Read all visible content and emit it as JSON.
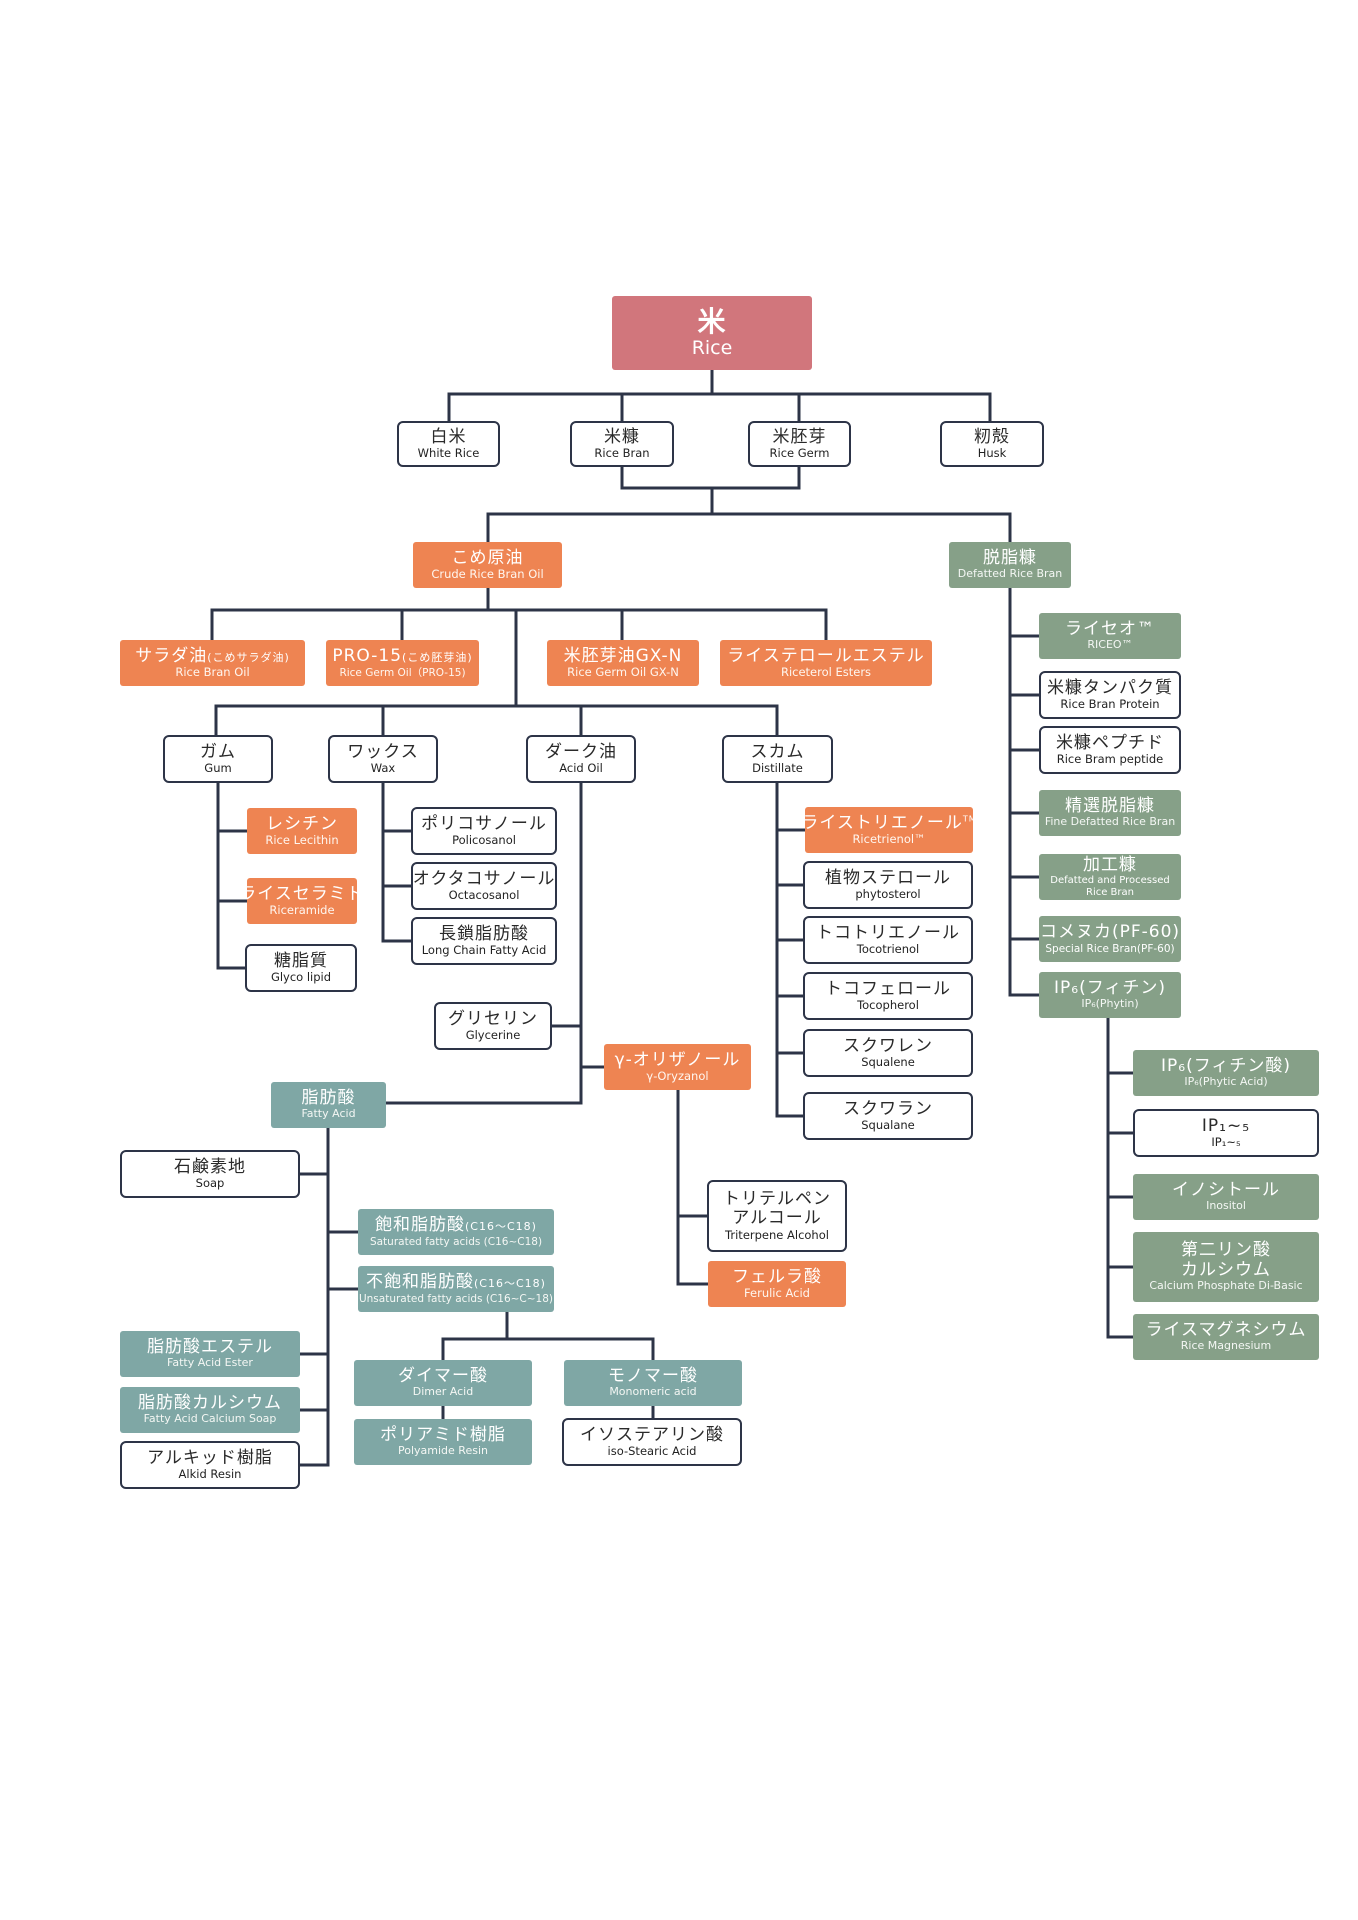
{
  "colors": {
    "line": "#2d3447",
    "root": "#d1767c",
    "orange": "#ee8452",
    "teal": "#7fa7a5",
    "sage": "#86a088",
    "outline": "#2d3447"
  },
  "nodes": {
    "rice": {
      "jp": "米",
      "en": "Rice"
    },
    "white_rice": {
      "jp": "白米",
      "en": "White Rice"
    },
    "rice_bran": {
      "jp": "米糠",
      "en": "Rice Bran"
    },
    "rice_germ": {
      "jp": "米胚芽",
      "en": "Rice Germ"
    },
    "husk": {
      "jp": "籾殻",
      "en": "Husk"
    },
    "crude_oil": {
      "jp": "こめ原油",
      "en": "Crude Rice Bran Oil"
    },
    "defatted_bran": {
      "jp": "脱脂糠",
      "en": "Defatted Rice Bran"
    },
    "salad_oil": {
      "jp": "サラダ油",
      "jp_small": "(こめサラダ油)",
      "en": "Rice Bran Oil"
    },
    "pro15": {
      "jp": "PRO-15",
      "jp_small": "(こめ胚芽油)",
      "en": "Rice Germ Oil（PRO-15)"
    },
    "germ_oil_gxn": {
      "jp": "米胚芽油GX-N",
      "en": "Rice Germ Oil GX-N"
    },
    "riceterol": {
      "jp": "ライステロールエステル",
      "en": "Riceterol Esters"
    },
    "gum": {
      "jp": "ガム",
      "en": "Gum"
    },
    "wax": {
      "jp": "ワックス",
      "en": "Wax"
    },
    "acid_oil": {
      "jp": "ダーク油",
      "en": "Acid Oil"
    },
    "distillate": {
      "jp": "スカム",
      "en": "Distillate"
    },
    "lecithin": {
      "jp": "レシチン",
      "en": "Rice Lecithin"
    },
    "riceramide": {
      "jp": "ライスセラミド",
      "en": "Riceramide"
    },
    "glyco": {
      "jp": "糖脂質",
      "en": "Glyco lipid"
    },
    "policosanol": {
      "jp": "ポリコサノール",
      "en": "Policosanol"
    },
    "octacosanol": {
      "jp": "オクタコサノール",
      "en": "Octacosanol"
    },
    "lcfa": {
      "jp": "長鎖脂肪酸",
      "en": "Long Chain Fatty Acid"
    },
    "glycerine": {
      "jp": "グリセリン",
      "en": "Glycerine"
    },
    "oryzanol": {
      "jp": "γ-オリザノール",
      "en": "γ-Oryzanol"
    },
    "fatty_acid": {
      "jp": "脂肪酸",
      "en": "Fatty Acid"
    },
    "soap": {
      "jp": "石鹸素地",
      "en": "Soap"
    },
    "saturated": {
      "jp": "飽和脂肪酸",
      "jp_small": "(C16〜C18)",
      "en": "Saturated fatty acids (C16~C18)"
    },
    "unsaturated": {
      "jp": "不飽和脂肪酸",
      "jp_small": "(C16〜C18)",
      "en": "Unsaturated fatty acids (C16~C~18)"
    },
    "fa_ester": {
      "jp": "脂肪酸エステル",
      "en": "Fatty Acid Ester"
    },
    "fa_calcium": {
      "jp": "脂肪酸カルシウム",
      "en": "Fatty Acid Calcium Soap"
    },
    "alkyd": {
      "jp": "アルキッド樹脂",
      "en": "Alkid Resin"
    },
    "dimer": {
      "jp": "ダイマー酸",
      "en": "Dimer Acid"
    },
    "monomer": {
      "jp": "モノマー酸",
      "en": "Monomeric acid"
    },
    "polyamide": {
      "jp": "ポリアミド樹脂",
      "en": "Polyamide Resin"
    },
    "isostearic": {
      "jp": "イソステアリン酸",
      "en": "iso-Stearic Acid"
    },
    "triterpene": {
      "jp": "トリテルペン",
      "jp2": "アルコール",
      "en": "Triterpene Alcohol"
    },
    "ferulic": {
      "jp": "フェルラ酸",
      "en": "Ferulic Acid"
    },
    "ricetrienol": {
      "jp": "ライストリエノール",
      "tm": "TM",
      "en": "Ricetrienol™"
    },
    "phytosterol": {
      "jp": "植物ステロール",
      "en": "phytosterol"
    },
    "tocotrienol": {
      "jp": "トコトリエノール",
      "en": "Tocotrienol"
    },
    "tocopherol": {
      "jp": "トコフェロール",
      "en": "Tocopherol"
    },
    "squalene": {
      "jp": "スクワレン",
      "en": "Squalene"
    },
    "squalane": {
      "jp": "スクワラン",
      "en": "Squalane"
    },
    "riceo": {
      "jp": "ライセオ™",
      "en": "RICEO™"
    },
    "bran_protein": {
      "jp": "米糠タンパク質",
      "en": "Rice Bran Protein"
    },
    "bran_peptide": {
      "jp": "米糠ペプチド",
      "en": "Rice Bram peptide"
    },
    "fine_defatted": {
      "jp": "精選脱脂糠",
      "en": "Fine Defatted Rice Bran"
    },
    "processed_bran": {
      "jp": "加工糠",
      "en": "Defatted and Processed",
      "en2": "Rice Bran"
    },
    "pf60": {
      "jp": "コメヌカ(PF-60)",
      "en": "Special Rice Bran(PF-60)"
    },
    "ip6_phytin": {
      "jp": "IP₆(フィチン)",
      "en": "IP₆(Phytin)"
    },
    "ip6_acid": {
      "jp": "IP₆(フィチン酸)",
      "en": "IP₆(Phytic Acid)"
    },
    "ip15": {
      "jp": "IP₁~₅",
      "en": "IP₁~₅"
    },
    "inositol": {
      "jp": "イノシトール",
      "en": "Inositol"
    },
    "calcium_phosphate": {
      "jp": "第二リン酸",
      "jp2": "カルシウム",
      "en": "Calcium Phosphate Di-Basic"
    },
    "magnesium": {
      "jp": "ライスマグネシウム",
      "en": "Rice Magnesium"
    }
  }
}
